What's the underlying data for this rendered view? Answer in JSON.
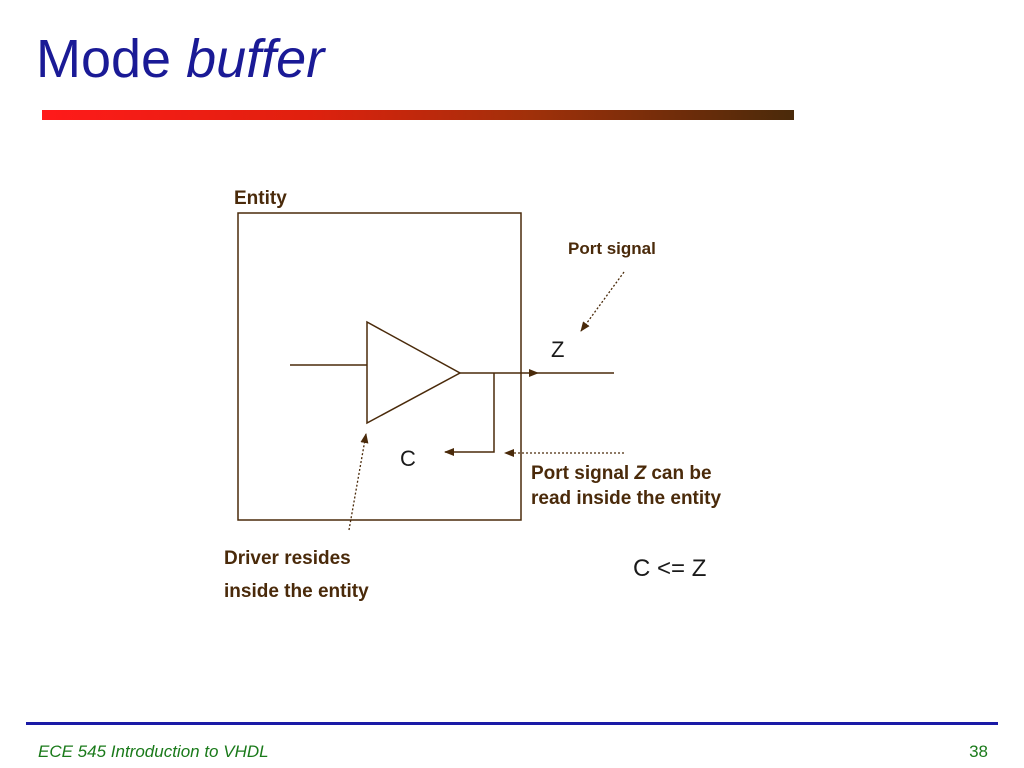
{
  "slide": {
    "title_plain": "Mode ",
    "title_italic": "buffer"
  },
  "diagram": {
    "entity_label": "Entity",
    "port_signal_label": "Port signal",
    "z_label": "Z",
    "c_label": "C",
    "port_read_line1_pre": "Port signal ",
    "port_read_line1_italic": "Z",
    "port_read_line1_post": " can be",
    "port_read_line2": "read inside the entity",
    "driver_line1": "Driver resides",
    "driver_line2": "inside the entity",
    "assignment": "C <= Z"
  },
  "footer": {
    "course": "ECE 545 Introduction to VHDL",
    "page_number": "38"
  },
  "colors": {
    "title": "#1a1a96",
    "label": "#4a2a0a",
    "line": "#4a2a0a",
    "footer_text": "#1a7a1a",
    "footer_rule": "#1a1aa6"
  }
}
